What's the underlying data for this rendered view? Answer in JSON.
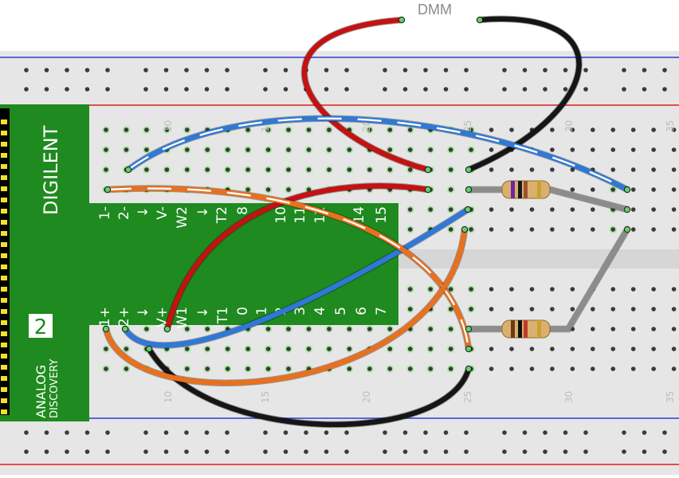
{
  "meter": {
    "label": "DMM"
  },
  "device": {
    "brand": "DIGILENT",
    "product_line1": "ANALOG",
    "product_line2": "DISCOVERY",
    "version": "2",
    "top_pins": [
      "1-",
      "2-",
      "↓",
      "V-",
      "W2",
      "↓",
      "T2",
      "8",
      "10",
      "11",
      "12",
      "14",
      "15"
    ],
    "bottom_pins": [
      "1+",
      "2+",
      "↓",
      "V+",
      "W1",
      "↓",
      "T1",
      "0",
      "1",
      "2",
      "3",
      "4",
      "5",
      "6",
      "7"
    ]
  },
  "breadboard": {
    "column_numbers": [
      "10",
      "15",
      "20",
      "25",
      "30",
      "35"
    ]
  },
  "colors": {
    "board": "#e6e6e6",
    "rail_blue": "#2a3fd6",
    "rail_red": "#e01a1a",
    "device_green": "#1f8a1f",
    "wire_red": "#c41212",
    "wire_black": "#151515",
    "wire_blue": "#2f78d6",
    "wire_orange": "#e8701e",
    "wire_gray": "#8c8c8c"
  }
}
